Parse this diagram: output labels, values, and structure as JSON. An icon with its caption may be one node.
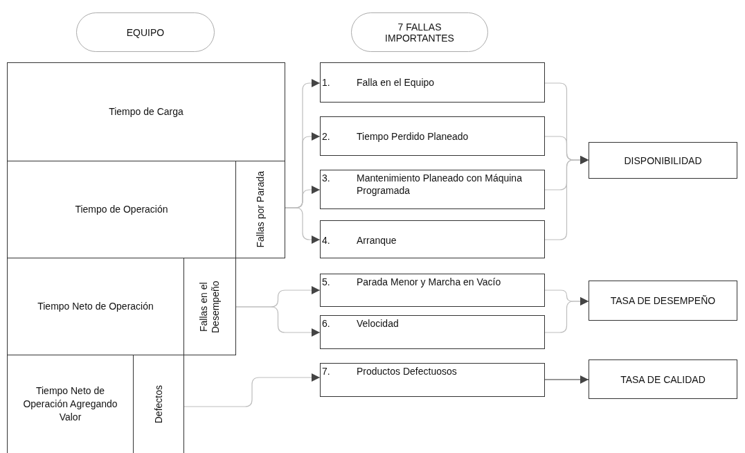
{
  "diagram": {
    "nodes": [
      {
        "text": [
          "EQUIPO"
        ]
      },
      {
        "text": [
          "7 FALLAS IMPORTANTES"
        ]
      },
      {
        "text": [
          "Tiempo de Carga"
        ]
      },
      {
        "text": [
          "Tiempo de Operación"
        ]
      },
      {
        "text": [
          "Fallas por Parada"
        ]
      },
      {
        "text": [
          "Tiempo Neto de Operación"
        ]
      },
      {
        "text": [
          "Fallas en el Desempeño"
        ]
      },
      {
        "text": [
          "Tiempo Neto de Operación Agregando Valor"
        ]
      },
      {
        "text": [
          "Defectos"
        ]
      },
      {
        "text": [
          "1.",
          "Falla en el Equipo"
        ]
      },
      {
        "text": [
          "2.",
          "Tiempo Perdido Planeado"
        ]
      },
      {
        "text": [
          "3.",
          "Mantenimiento Planeado con Máquina Programada"
        ]
      },
      {
        "text": [
          "4.",
          "Arranque"
        ]
      },
      {
        "text": [
          "5.",
          "Parada Menor y Marcha en Vacío"
        ]
      },
      {
        "text": [
          "6.",
          "Velocidad"
        ]
      },
      {
        "text": [
          "7.",
          "Productos Defectuosos"
        ]
      },
      {
        "text": [
          "DISPONIBILIDAD"
        ]
      },
      {
        "text": [
          "TASA DE DESEMPEÑO"
        ]
      },
      {
        "text": [
          "TASA DE CALIDAD"
        ]
      }
    ],
    "edges": [
      {
        "from": 4,
        "to": 9,
        "arrow": "to"
      },
      {
        "from": 4,
        "to": 10,
        "arrow": "to"
      },
      {
        "from": 4,
        "to": 11,
        "arrow": "to"
      },
      {
        "from": 4,
        "to": 12,
        "arrow": "to"
      },
      {
        "from": 6,
        "to": 13,
        "arrow": "to"
      },
      {
        "from": 6,
        "to": 14,
        "arrow": "to"
      },
      {
        "from": 8,
        "to": 15,
        "arrow": "to"
      },
      {
        "from": 9,
        "to": 16,
        "arrow": "to"
      },
      {
        "from": 10,
        "to": 16,
        "arrow": "to"
      },
      {
        "from": 11,
        "to": 16,
        "arrow": "to"
      },
      {
        "from": 12,
        "to": 16,
        "arrow": "to"
      },
      {
        "from": 13,
        "to": 17,
        "arrow": "to"
      },
      {
        "from": 14,
        "to": 17,
        "arrow": "to"
      },
      {
        "from": 15,
        "to": 18,
        "arrow": "to",
        "color": "#333333"
      }
    ]
  }
}
